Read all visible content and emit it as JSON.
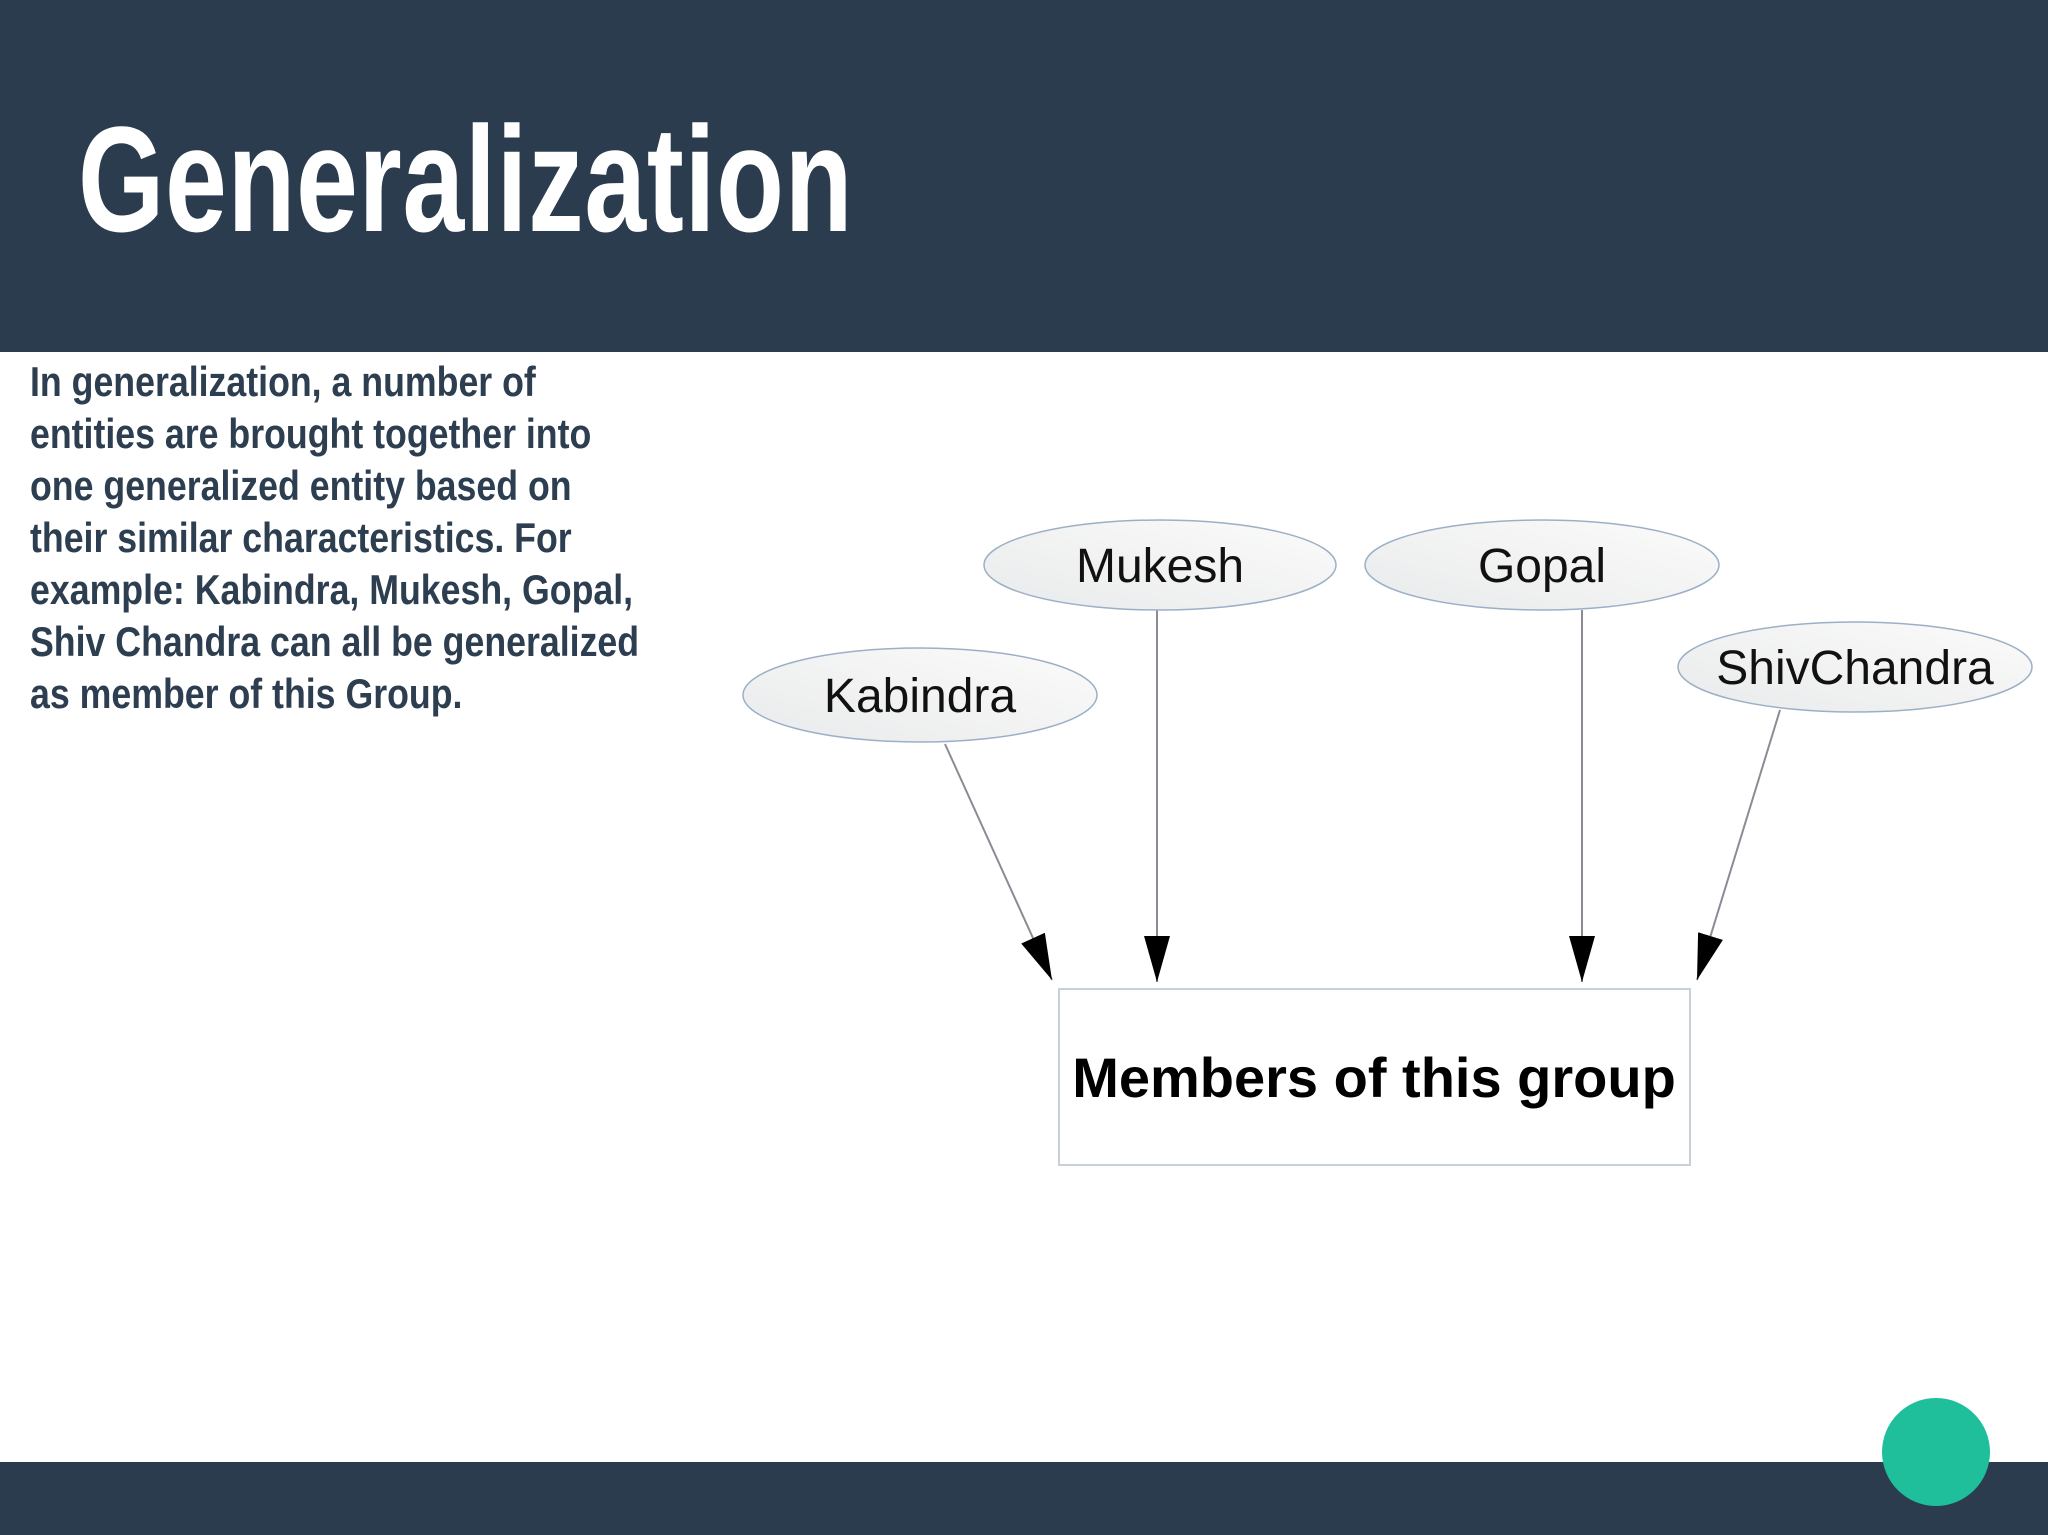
{
  "header": {
    "title": "Generalization"
  },
  "body": {
    "lines": [
      "In generalization, a number of",
      "entities are brought together into",
      "one generalized entity based on",
      "their similar characteristics. For",
      "example: Kabindra, Mukesh, Gopal,",
      "Shiv Chandra can all be generalized",
      "as member of this Group."
    ]
  },
  "diagram": {
    "entities": [
      {
        "label": "Kabindra"
      },
      {
        "label": "Mukesh"
      },
      {
        "label": "Gopal"
      },
      {
        "label": "ShivChandra"
      }
    ],
    "group_box": {
      "label": "Members of this group"
    }
  },
  "colors": {
    "header_bg": "#2b3c4e",
    "footer_bg": "#2b3c4e",
    "title_text": "#ffffff",
    "body_text": "#2c3e50",
    "accent_circle": "#1fbf9c",
    "ellipse_fill_light": "#fbfbfb",
    "ellipse_fill_dark": "#e9eaeb",
    "ellipse_stroke": "#9bb0c6",
    "connector_line": "#8b8b95",
    "arrowhead": "#000000",
    "group_box_fill": "#ffffff",
    "group_box_border": "#c9d1d8",
    "entity_text": "#111111",
    "group_box_text": "#000000"
  }
}
